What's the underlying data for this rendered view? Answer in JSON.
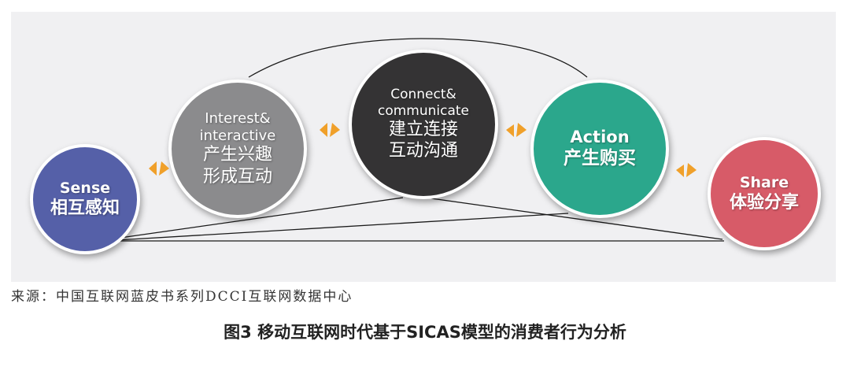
{
  "diagram": {
    "nodes": [
      {
        "id": "sense",
        "en": "Sense",
        "zh": [
          "相互感知"
        ],
        "color": "#5560a8"
      },
      {
        "id": "interest",
        "en": [
          "Interest&",
          "interactive"
        ],
        "zh": [
          "产生兴趣",
          "形成互动"
        ],
        "color": "#8b8b8d"
      },
      {
        "id": "connect",
        "en": [
          "Connect&",
          "communicate"
        ],
        "zh": [
          "建立连接",
          "互动沟通"
        ],
        "color": "#343334"
      },
      {
        "id": "action",
        "en": "Action",
        "zh": [
          "产生购买"
        ],
        "color": "#2ba78c"
      },
      {
        "id": "share",
        "en": "Share",
        "zh": [
          "体验分享"
        ],
        "color": "#d75b68"
      }
    ],
    "connectors": [
      {
        "from": "sense",
        "to": "interest",
        "type": "bidirectional-arrow",
        "color": "#f0a02a"
      },
      {
        "from": "interest",
        "to": "connect",
        "type": "bidirectional-arrow",
        "color": "#f0a02a"
      },
      {
        "from": "connect",
        "to": "action",
        "type": "bidirectional-arrow",
        "color": "#f0a02a"
      },
      {
        "from": "action",
        "to": "share",
        "type": "bidirectional-arrow",
        "color": "#f0a02a"
      }
    ],
    "links": [
      {
        "from": "interest",
        "to": "action",
        "shape": "arc-over-top"
      },
      {
        "from": "sense",
        "to": "connect",
        "shape": "line"
      },
      {
        "from": "sense",
        "to": "action",
        "shape": "line"
      },
      {
        "from": "sense",
        "to": "share",
        "shape": "line"
      },
      {
        "from": "connect",
        "to": "share",
        "shape": "line"
      }
    ]
  },
  "source": "来源：中国互联网蓝皮书系列DCCI互联网数据中心",
  "caption": "图3  移动互联网时代基于SICAS模型的消费者行为分析"
}
